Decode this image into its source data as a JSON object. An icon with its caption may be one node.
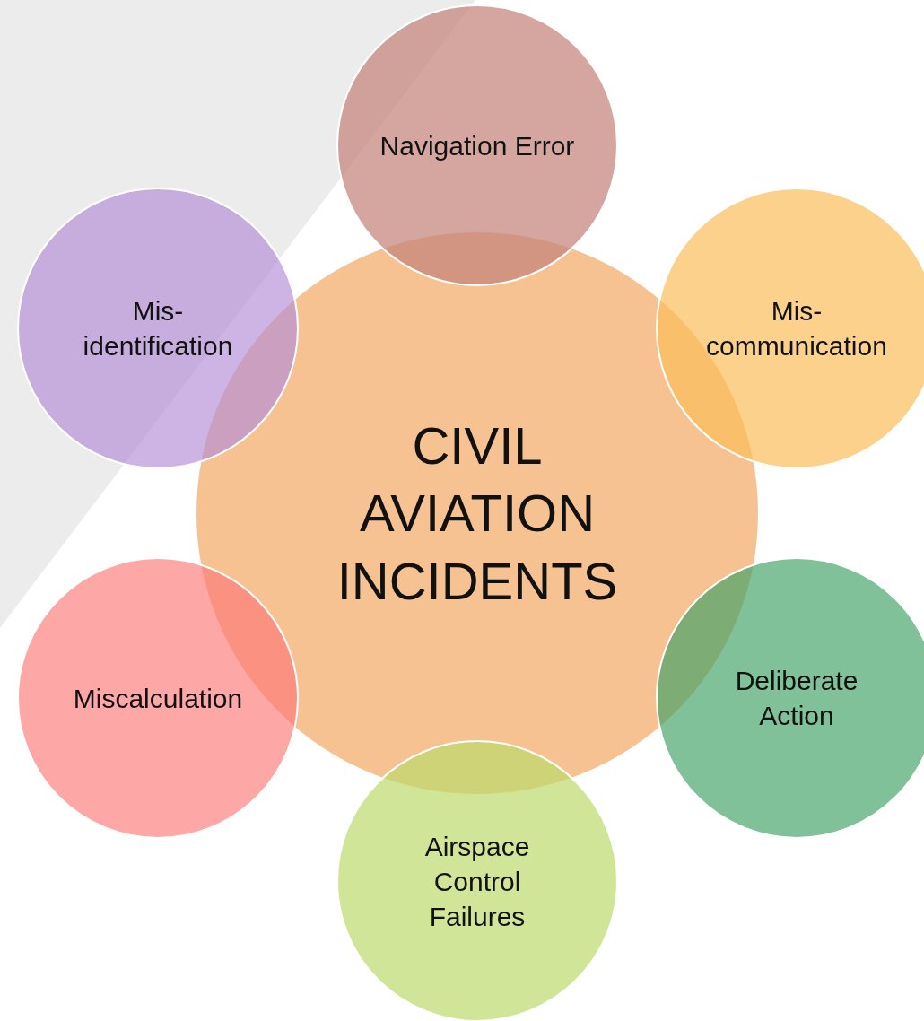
{
  "diagram": {
    "nodes": [
      {
        "text": [
          "CIVIL AVIATION INCIDENTS"
        ]
      },
      {
        "text": [
          "Navigation Error"
        ]
      },
      {
        "text": [
          "Mis- communication"
        ]
      },
      {
        "text": [
          "Deliberate Action"
        ]
      },
      {
        "text": [
          "Airspace Control Failures"
        ]
      },
      {
        "text": [
          "Miscalculation"
        ]
      },
      {
        "text": [
          "Mis- identification"
        ]
      }
    ],
    "edges": []
  }
}
